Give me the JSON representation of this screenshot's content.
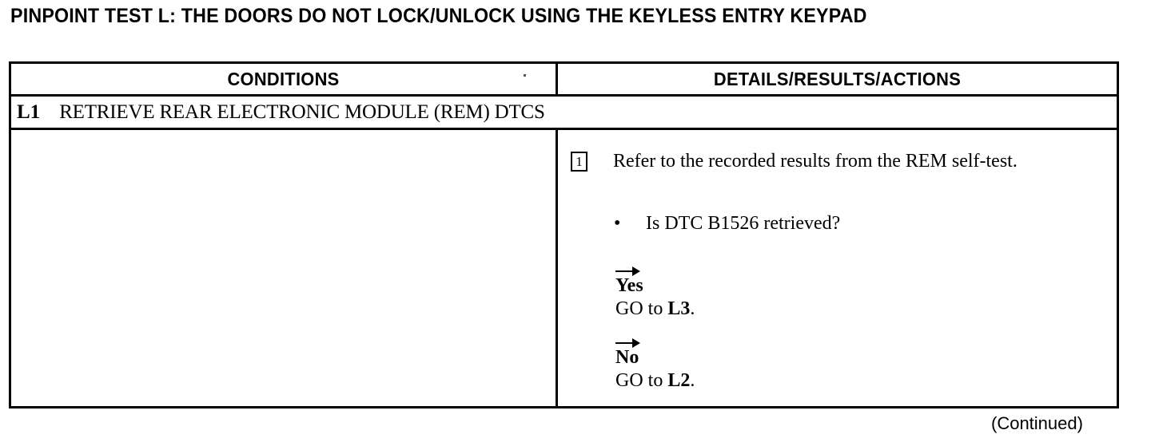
{
  "document": {
    "title": "PINPOINT TEST L: THE DOORS DO NOT LOCK/UNLOCK USING THE KEYLESS ENTRY KEYPAD",
    "footer_note": "(Continued)"
  },
  "table": {
    "columns": [
      {
        "key": "conditions",
        "header": "CONDITIONS"
      },
      {
        "key": "details",
        "header": "DETAILS/RESULTS/ACTIONS"
      }
    ],
    "step": {
      "id": "L1",
      "title": "RETRIEVE REAR ELECTRONIC MODULE (REM) DTCS"
    },
    "conditions_cell": {
      "text": ""
    },
    "details_cell": {
      "instruction": {
        "marker": "1",
        "text": "Refer to the recorded results from the REM self-test."
      },
      "question": {
        "bullet_glyph": "•",
        "text": "Is DTC B1526 retrieved?"
      },
      "branches": [
        {
          "arrow_icon": "arrow-right-icon",
          "label": "Yes",
          "action_prefix": "GO to ",
          "action_target": "L3",
          "action_suffix": "."
        },
        {
          "arrow_icon": "arrow-right-icon",
          "label": "No",
          "action_prefix": "GO to ",
          "action_target": "L2",
          "action_suffix": "."
        }
      ]
    }
  },
  "colors": {
    "ink": "#000000",
    "paper": "#ffffff"
  }
}
